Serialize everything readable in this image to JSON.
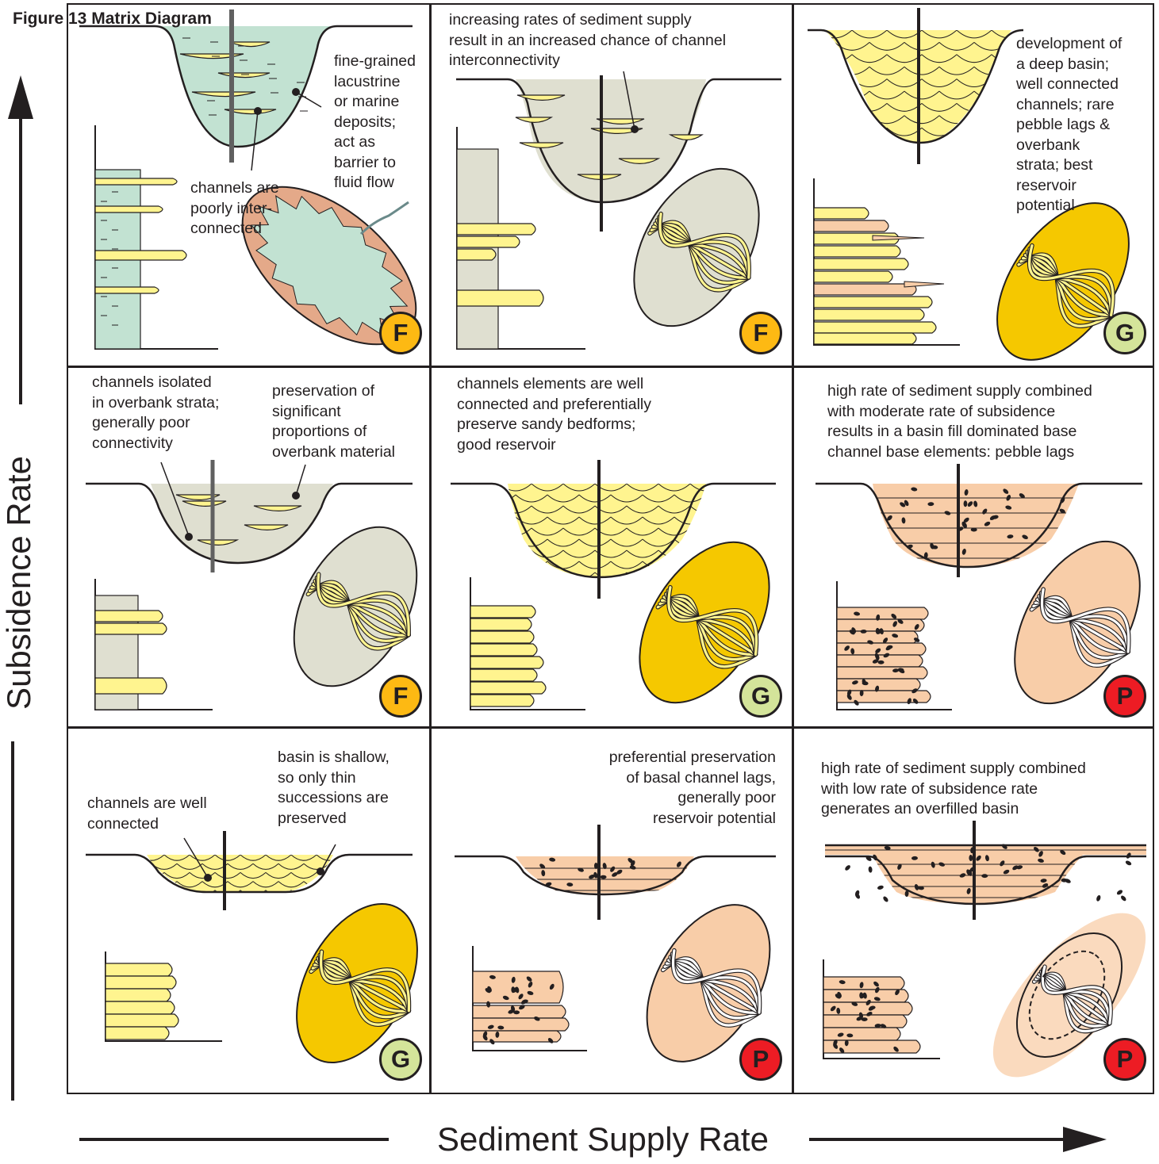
{
  "figure_title": "Figure 13 Matrix Diagram",
  "y_axis_label": "Subsidence Rate",
  "x_axis_label": "Sediment Supply Rate",
  "colors": {
    "fair": "#fdb913",
    "good": "#d4e49a",
    "poor": "#ed1c24",
    "lacustrine_fill": "#c2e2d2",
    "overbank_fill": "#dfdfd0",
    "sand_fill": "#fff48f",
    "pebble_fill": "#f8cda8",
    "sand_ellipse": "#f5c800",
    "outline": "#231f20"
  },
  "cells": [
    {
      "row": "high",
      "col": "low",
      "rating": "F",
      "rating_class": "fair",
      "notes": [
        "fine-grained\nlacustrine\nor marine\ndeposits;\nact as\nbarrier to\nfluid flow",
        "channels are\npoorly inter-\nconnected"
      ]
    },
    {
      "row": "high",
      "col": "moderate",
      "rating": "F",
      "rating_class": "fair",
      "notes": [
        "increasing rates of sediment supply\nresult in an increased chance of channel\ninterconnectivity"
      ]
    },
    {
      "row": "high",
      "col": "high",
      "rating": "G",
      "rating_class": "good",
      "notes": [
        "development of\na deep basin;\nwell connected\nchannels; rare\npebble lags &\noverbank\nstrata; best\nreservoir\npotential"
      ]
    },
    {
      "row": "moderate",
      "col": "low",
      "rating": "F",
      "rating_class": "fair",
      "notes": [
        "channels isolated\nin overbank strata;\ngenerally poor\nconnectivity",
        "preservation of\nsignificant\nproportions of\noverbank material"
      ]
    },
    {
      "row": "moderate",
      "col": "moderate",
      "rating": "G",
      "rating_class": "good",
      "notes": [
        "channels elements are well\nconnected and preferentially\npreserve sandy bedforms;\ngood reservoir"
      ]
    },
    {
      "row": "moderate",
      "col": "high",
      "rating": "P",
      "rating_class": "poor",
      "notes": [
        "high rate of sediment supply combined\nwith moderate rate of subsidence\nresults in a basin fill dominated base\nchannel base elements: pebble lags"
      ]
    },
    {
      "row": "low",
      "col": "low",
      "rating": "G",
      "rating_class": "good",
      "notes": [
        "channels are well\nconnected",
        "basin is shallow,\nso only thin\nsuccessions are\npreserved"
      ]
    },
    {
      "row": "low",
      "col": "moderate",
      "rating": "P",
      "rating_class": "poor",
      "notes": [
        "preferential preservation\nof basal channel lags,\ngenerally poor\nreservoir potential"
      ]
    },
    {
      "row": "low",
      "col": "high",
      "rating": "P",
      "rating_class": "poor",
      "notes": [
        "high rate of sediment supply combined\nwith low rate of subsidence rate\ngenerates an overfilled basin"
      ]
    }
  ]
}
